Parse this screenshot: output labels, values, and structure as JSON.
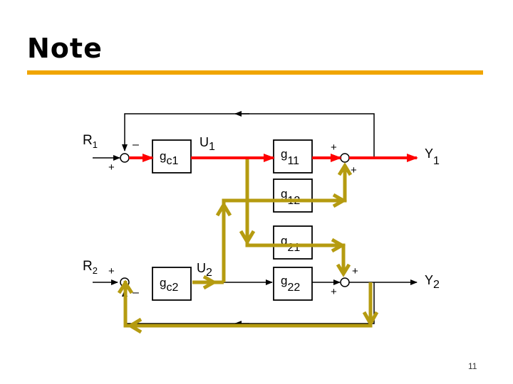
{
  "slide": {
    "title": "Note",
    "page_number": "11"
  },
  "diagram": {
    "inputs": {
      "r1": "R",
      "r1_sub": "1",
      "r2": "R",
      "r2_sub": "2"
    },
    "outputs": {
      "y1": "Y",
      "y1_sub": "1",
      "y2": "Y",
      "y2_sub": "2"
    },
    "controller_signals": {
      "u1": "U",
      "u1_sub": "1",
      "u2": "U",
      "u2_sub": "2"
    },
    "blocks": {
      "gc1": {
        "main": "g",
        "sub": "c1"
      },
      "gc2": {
        "main": "g",
        "sub": "c2"
      },
      "g11": {
        "main": "g",
        "sub": "11"
      },
      "g12": {
        "main": "g",
        "sub": "12"
      },
      "g21": {
        "main": "g",
        "sub": "21"
      },
      "g22": {
        "main": "g",
        "sub": "22"
      }
    },
    "signs": {
      "sum1_minus": "–",
      "sum1_plus": "+",
      "sum2_plus": "+",
      "sum2_minus": "–",
      "sum3_top_plus": "+",
      "sum3_bottom_plus": "+",
      "sum4_top_plus": "+",
      "sum4_bottom_plus": "+"
    },
    "colors": {
      "loop1_path": "#ff0000",
      "interaction_path": "#b59b10",
      "signal_line": "#000000"
    }
  }
}
